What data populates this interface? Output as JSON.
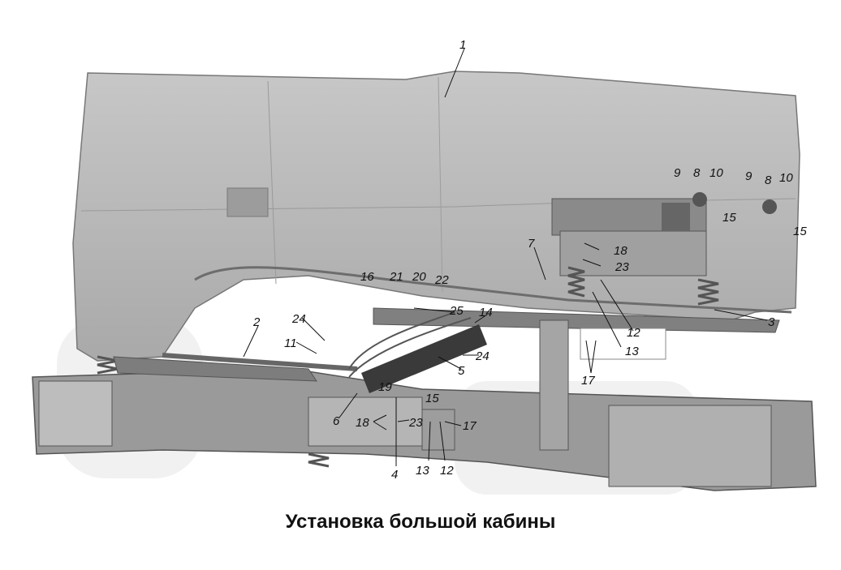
{
  "caption": "Установка большой кабины",
  "callouts": [
    "1",
    "2",
    "3",
    "4",
    "5",
    "6",
    "7",
    "8",
    "8",
    "9",
    "9",
    "10",
    "10",
    "11",
    "12",
    "12",
    "13",
    "13",
    "14",
    "15",
    "15",
    "15",
    "16",
    "17",
    "17",
    "18",
    "18",
    "19",
    "20",
    "21",
    "22",
    "23",
    "23",
    "24",
    "24",
    "25"
  ],
  "colors": {
    "body": "#b8b8b8",
    "dark": "#6e6e6e",
    "frame": "#8c8c8c",
    "text": "#111111"
  }
}
